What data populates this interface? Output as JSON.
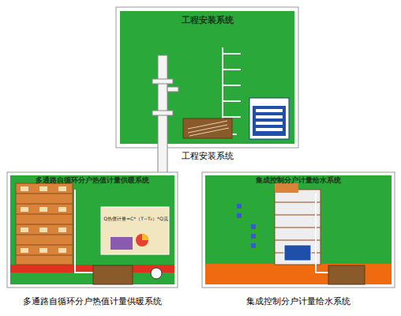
{
  "diagram": {
    "nodes": [
      {
        "text": [
          "工程安装系统",
          "工程安装系统"
        ]
      },
      {
        "text": [
          "多通路自循环分户热值计量供暖系统",
          "多通路自循环分户热值计量供暖系统"
        ]
      },
      {
        "text": [
          "集成控制分户计量给水系统",
          "集成控制分户计量给水系统"
        ]
      }
    ],
    "edges": [],
    "labels": [
      "Q热值计量=C*（T−T₀）*Q流"
    ]
  }
}
